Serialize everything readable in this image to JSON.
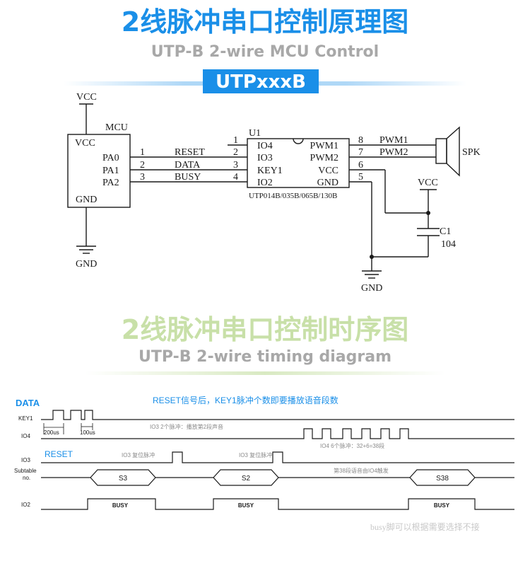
{
  "schematic": {
    "title_cn": "2线脉冲串口控制原理图",
    "title_en": "UTP-B 2-wire MCU Control",
    "banner": "UTPxxxB",
    "mcu_vcc_label": "VCC",
    "mcu": {
      "name": "MCU",
      "vcc": "VCC",
      "pa0": "PA0",
      "pa1": "PA1",
      "pa2": "PA2",
      "gnd": "GND"
    },
    "wires": [
      {
        "num": "1",
        "name": "RESET"
      },
      {
        "num": "2",
        "name": "DATA"
      },
      {
        "num": "3",
        "name": "BUSY"
      }
    ],
    "mcu_gnd_label": "GND",
    "chip": {
      "ref": "U1",
      "part": "UTP014B/035B/065B/130B",
      "left_pins": [
        {
          "num": "1",
          "name": "IO4"
        },
        {
          "num": "2",
          "name": "IO3"
        },
        {
          "num": "3",
          "name": "KEY1"
        },
        {
          "num": "4",
          "name": "IO2"
        }
      ],
      "right_pins": [
        {
          "num": "8",
          "name": "PWM1"
        },
        {
          "num": "7",
          "name": "PWM2"
        },
        {
          "num": "6",
          "name": "VCC"
        },
        {
          "num": "5",
          "name": "GND"
        }
      ]
    },
    "pwm1_net": "PWM1",
    "pwm2_net": "PWM2",
    "speaker": "SPK",
    "cap_vcc": "VCC",
    "cap_ref": "C1",
    "cap_value": "104",
    "chip_gnd_label": "GND"
  },
  "timing": {
    "title_cn": "2线脉冲串口控制时序图",
    "title_en": "UTP-B 2-wire timing diagram",
    "data_label": "DATA",
    "reset_label": "RESET",
    "signals": {
      "key1": "KEY1",
      "io4": "IO4",
      "io3": "IO3",
      "subtable_1": "Subtable",
      "subtable_2": "no.",
      "io2": "IO2"
    },
    "notes": {
      "top": "RESET信号后，KEY1脉冲个数即要播放语音段数",
      "io3_pulses": "IO3 2个脉冲：播放第2段声音",
      "io4_pulses": "IO4 6个脉冲：32+6=38段",
      "reset1": "IO3 复位脉冲",
      "reset2": "IO3 复位脉冲",
      "seg38": "第38段语音由IO4触发",
      "busy_note": "busy脚可以根据需要选择不接"
    },
    "dims": {
      "d1": "200us",
      "d2": "100us"
    },
    "segments": [
      "S3",
      "S2",
      "S38"
    ],
    "busy": [
      "BUSY",
      "BUSY",
      "BUSY"
    ]
  },
  "colors": {
    "blue": "#1a8fe8",
    "green_title": "#c8e0a8",
    "grey": "#a8a8a8",
    "ink": "#1a1a1a"
  }
}
